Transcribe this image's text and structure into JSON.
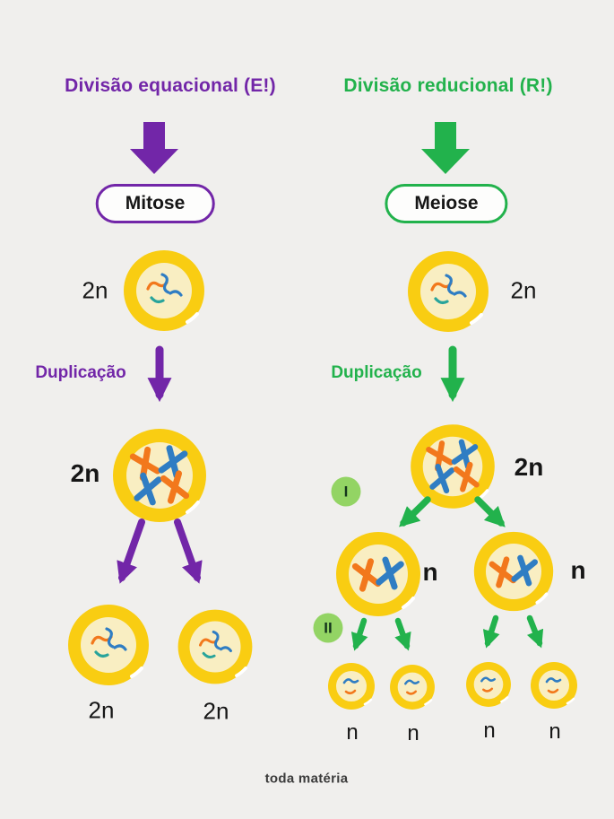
{
  "colors": {
    "purple": "#7226a8",
    "green": "#22b24c",
    "badge_green": "#93d464",
    "cell_outer_yellow": "#f9cd12",
    "cell_inner_yellow": "#f9eec2",
    "chromosome_blue": "#2f7dc3",
    "chromosome_orange": "#f2781c",
    "chromosome_teal": "#29a49b",
    "background": "#f0efed"
  },
  "mitosis": {
    "title": "Divisão equacional (E!)",
    "name": "Mitose",
    "parent_ploidy": "2n",
    "duplication_label": "Duplicação",
    "duplicated_ploidy": "2n",
    "daughter_ploidies": [
      "2n",
      "2n"
    ]
  },
  "meiosis": {
    "title": "Divisão reducional (R!)",
    "name": "Meiose",
    "parent_ploidy": "2n",
    "duplication_label": "Duplicação",
    "duplicated_ploidy": "2n",
    "division1_badge": "I",
    "division2_badge": "II",
    "division1_ploidies": [
      "n",
      "n"
    ],
    "division2_ploidies": [
      "n",
      "n",
      "n",
      "n"
    ]
  },
  "footer": {
    "brand": "toda matéria"
  }
}
